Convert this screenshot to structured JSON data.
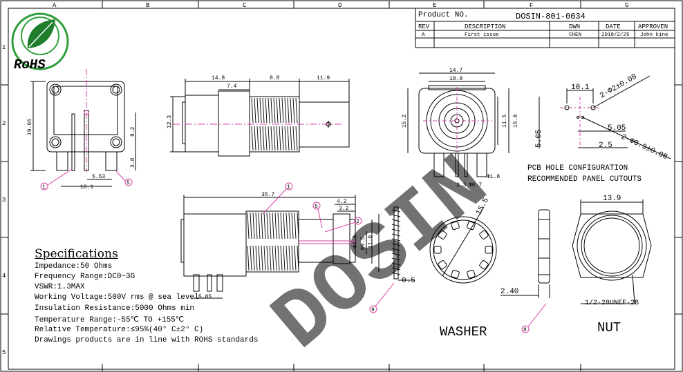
{
  "border": {
    "columns": [
      "A",
      "B",
      "C",
      "D",
      "E",
      "F",
      "G"
    ],
    "rows": [
      "1",
      "2",
      "3",
      "4",
      "5"
    ]
  },
  "logo": {
    "text": "RoHS",
    "colors": {
      "green": "#2e9e3a",
      "leaf": "#1f7d2c"
    }
  },
  "watermark": {
    "text": "DOSIN",
    "color": "#f2a6a6"
  },
  "title_block": {
    "product_label": "Product NO.",
    "product_no": "DOSIN-801-0034",
    "headers": [
      "REV",
      "DESCRIPTION",
      "DWN",
      "DATE",
      "APPROVEN"
    ],
    "row": [
      "A",
      "First issue",
      "CHEN",
      "2018/2/25",
      "John kine"
    ]
  },
  "colors": {
    "line": "#000000",
    "callout": "#d63fa0",
    "thread": "#111111"
  },
  "dims": {
    "side_h": "19.65",
    "side_82": "8.2",
    "side_38": "3.8",
    "side_553": "5.53",
    "side_101": "10.1",
    "top_148": "14.8",
    "top_74": "7.4",
    "top_88": "8.8",
    "top_119": "11.9",
    "top_123": "12.3",
    "front_147": "14.7",
    "front_109": "10.9",
    "front_152": "15.2",
    "front_115": "11.5",
    "front_158": "15.8",
    "front_23": "2.3",
    "front_07": "Φ0.7",
    "front_18": "Φ1.8",
    "sec_357": "35.7",
    "sec_42": "4.2",
    "sec_32": "3.2",
    "sec_44": "Φ4.4",
    "sec_95": "Φ9.5",
    "sec_110": "11.0",
    "sec_505": "5.05",
    "washer_05": "0.5",
    "washer_155": "15.5",
    "nut_240": "2.40",
    "nut_139": "13.9",
    "nut_thread": "1/2-28UNEF-2B",
    "pcb_101": "10.1",
    "pcb_d2": "2-Φ2±0.08",
    "pcb_505a": "5.05",
    "pcb_505b": "5.05",
    "pcb_25": "2.5",
    "pcb_d09": "2-Φ0.9±0.08"
  },
  "callouts": [
    "1",
    "5",
    "1",
    "6",
    "2",
    "9",
    "8"
  ],
  "pcb": {
    "line1": "PCB HOLE CONFIGURATION",
    "line2": "RECOMMENDED PANEL CUTOUTS"
  },
  "labels": {
    "washer": "WASHER",
    "nut": "NUT"
  },
  "specs": {
    "title": "Specifications",
    "lines": [
      "Impedance:50 Ohms",
      "Frequency Range:DC0~3G",
      "VSWR:1.3MAX",
      "Working Voltage:500V rms @ sea level",
      "Insulation Resistance:5000 Ohms min",
      "Temperature Range:-55℃ TO +155℃",
      "Relative Temperature:≤95%(40° C±2° C)",
      "Drawings products are in line with ROHS standards"
    ]
  }
}
